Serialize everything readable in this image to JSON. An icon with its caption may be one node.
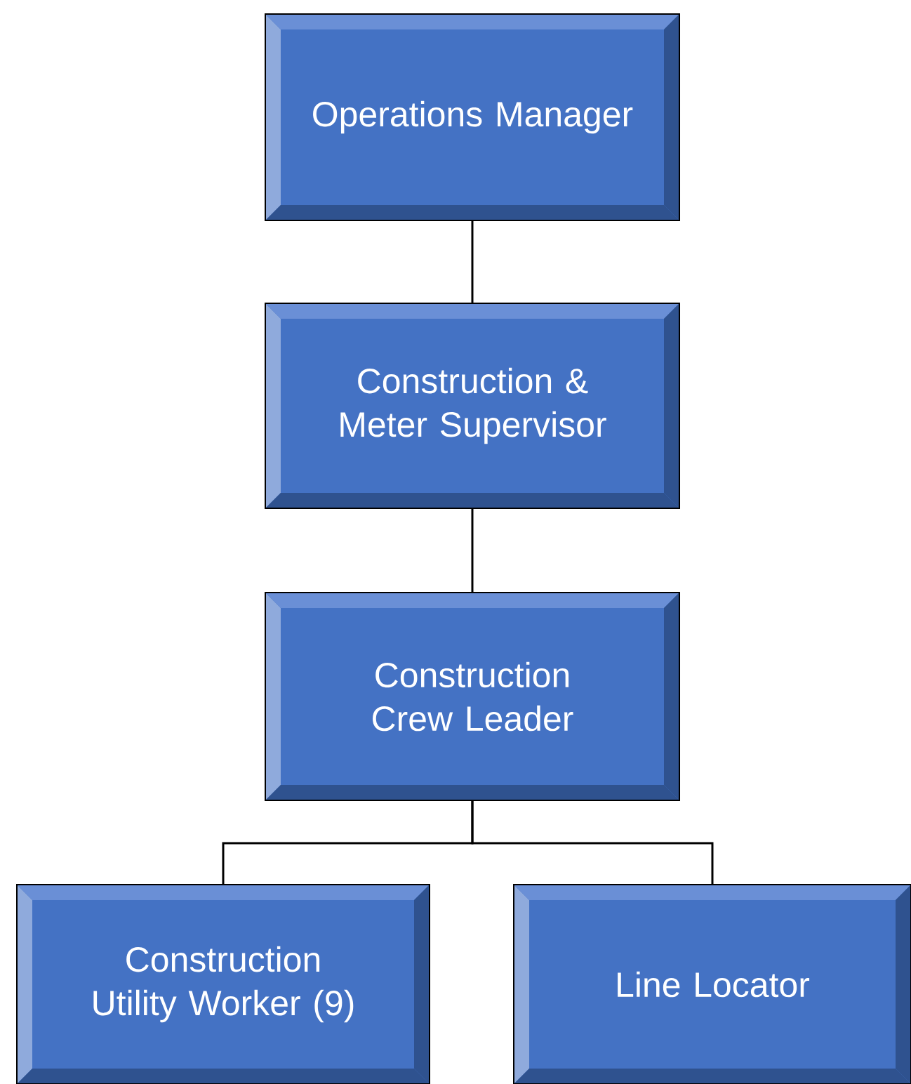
{
  "diagram": {
    "nodes": [
      {
        "text": [
          "Operations Manager"
        ]
      },
      {
        "text": [
          "Construction & Meter Supervisor"
        ]
      },
      {
        "text": [
          "Construction Crew Leader"
        ]
      },
      {
        "text": [
          "Construction Utility Worker (9)"
        ]
      },
      {
        "text": [
          "Line Locator"
        ]
      }
    ],
    "edges": [
      {
        "from": 0,
        "to": 1,
        "arrow": "none"
      },
      {
        "from": 1,
        "to": 2,
        "arrow": "none"
      },
      {
        "from": 2,
        "to": 3,
        "arrow": "none"
      },
      {
        "from": 2,
        "to": 4,
        "arrow": "none"
      }
    ]
  }
}
